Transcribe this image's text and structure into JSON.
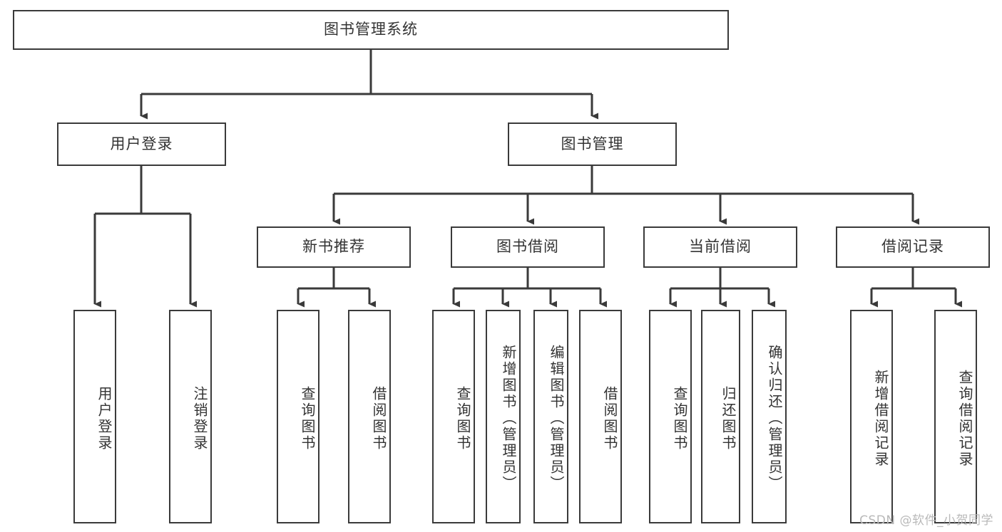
{
  "diagram": {
    "type": "tree",
    "title": "图书管理系统",
    "root": {
      "id": "root",
      "label": "图书管理系统",
      "orientation": "horizontal"
    },
    "level1": [
      {
        "id": "user-login",
        "label": "用户登录",
        "orientation": "horizontal"
      },
      {
        "id": "book-management",
        "label": "图书管理",
        "orientation": "horizontal"
      }
    ],
    "level2": [
      {
        "id": "new-book-recommend",
        "label": "新书推荐",
        "orientation": "horizontal",
        "parent": "book-management"
      },
      {
        "id": "book-borrow",
        "label": "图书借阅",
        "orientation": "horizontal",
        "parent": "book-management"
      },
      {
        "id": "current-borrow",
        "label": "当前借阅",
        "orientation": "horizontal",
        "parent": "book-management"
      },
      {
        "id": "borrow-record",
        "label": "借阅记录",
        "orientation": "horizontal",
        "parent": "book-management"
      }
    ],
    "leaves": [
      {
        "id": "leaf-user-login",
        "label": "用户登录",
        "parent": "user-login"
      },
      {
        "id": "leaf-logout-login",
        "label": "注销登录",
        "parent": "user-login"
      },
      {
        "id": "leaf-query-book-1",
        "label": "查询图书",
        "parent": "new-book-recommend"
      },
      {
        "id": "leaf-borrow-book-1",
        "label": "借阅图书",
        "parent": "new-book-recommend"
      },
      {
        "id": "leaf-query-book-2",
        "label": "查询图书",
        "parent": "book-borrow"
      },
      {
        "id": "leaf-add-book-admin",
        "label": "新增图书（管理员）",
        "parent": "book-borrow"
      },
      {
        "id": "leaf-edit-book-admin",
        "label": "编辑图书（管理员）",
        "parent": "book-borrow"
      },
      {
        "id": "leaf-borrow-book-2",
        "label": "借阅图书",
        "parent": "book-borrow"
      },
      {
        "id": "leaf-query-book-3",
        "label": "查询图书",
        "parent": "current-borrow"
      },
      {
        "id": "leaf-return-book",
        "label": "归还图书",
        "parent": "current-borrow"
      },
      {
        "id": "leaf-confirm-return-admin",
        "label": "确认归还（管理员）",
        "parent": "current-borrow"
      },
      {
        "id": "leaf-add-borrow-record",
        "label": "新增借阅记录",
        "parent": "borrow-record"
      },
      {
        "id": "leaf-query-borrow-record",
        "label": "查询借阅记录",
        "parent": "borrow-record"
      }
    ]
  },
  "watermark": {
    "text": "CSDN @软件_小贺同学"
  },
  "colors": {
    "stroke": "#3a3a3a",
    "text": "#333333",
    "background": "#ffffff",
    "watermark": "#b9b9b9"
  }
}
